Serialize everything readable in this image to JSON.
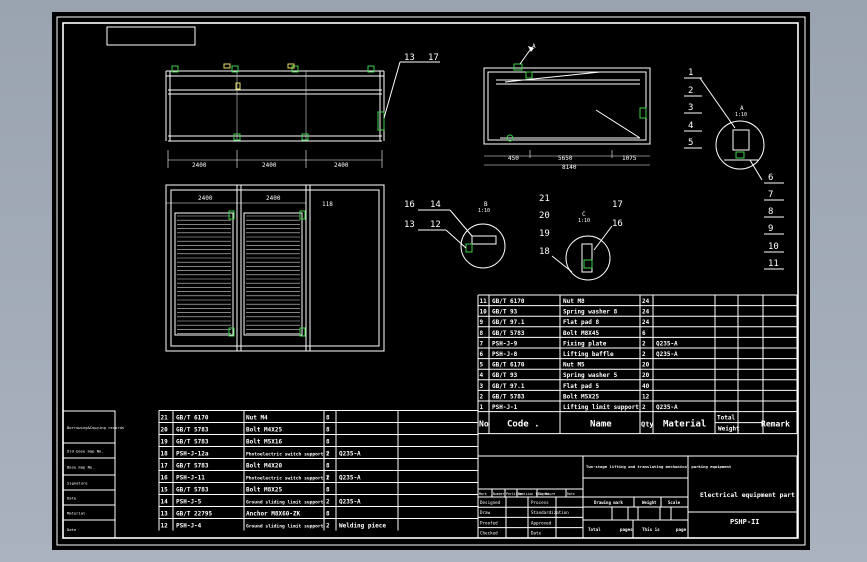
{
  "main_view": {
    "dims": [
      "2400",
      "2400",
      "2400"
    ]
  },
  "plan_view": {
    "dims": [
      "2400",
      "2400"
    ],
    "side_dim": "118"
  },
  "side_view": {
    "dims": [
      "450",
      "5650",
      "1075"
    ],
    "total": "8140"
  },
  "callouts_top": [
    "13",
    "17"
  ],
  "callouts_right": [
    "1",
    "2",
    "3",
    "4",
    "5",
    "6",
    "7",
    "8",
    "9",
    "10",
    "11"
  ],
  "view_labels": {
    "a": "A",
    "a_scale": "1:10",
    "b": "B",
    "b_scale": "1:10",
    "c": "C",
    "c_scale": "1:10"
  },
  "detail_callouts_b": [
    "16",
    "14",
    "13",
    "12"
  ],
  "detail_callouts_c": [
    "21",
    "20",
    "19",
    "18",
    "17",
    "16"
  ],
  "bom_right": {
    "rows": [
      {
        "no": "11",
        "code": "GB/T 6170",
        "name": "Nut M8",
        "qty": "24",
        "mat": ""
      },
      {
        "no": "10",
        "code": "GB/T 93",
        "name": "Spring washer 8",
        "qty": "24",
        "mat": ""
      },
      {
        "no": "9",
        "code": "GB/T 97.1",
        "name": "Flat pad 8",
        "qty": "24",
        "mat": ""
      },
      {
        "no": "8",
        "code": "GB/T 5783",
        "name": "Bolt M8X45",
        "qty": "6",
        "mat": ""
      },
      {
        "no": "7",
        "code": "PSH-J-9",
        "name": "Fixing plate",
        "qty": "2",
        "mat": "Q235-A"
      },
      {
        "no": "6",
        "code": "PSH-J-8",
        "name": "Lifting baffle",
        "qty": "2",
        "mat": "Q235-A"
      },
      {
        "no": "5",
        "code": "GB/T 6170",
        "name": "Nut M5",
        "qty": "20",
        "mat": ""
      },
      {
        "no": "4",
        "code": "GB/T 93",
        "name": "Spring washer 5",
        "qty": "20",
        "mat": ""
      },
      {
        "no": "3",
        "code": "GB/T 97.1",
        "name": "Flat pad 5",
        "qty": "40",
        "mat": ""
      },
      {
        "no": "2",
        "code": "GB/T 5783",
        "name": "Bolt M5X25",
        "qty": "12",
        "mat": ""
      },
      {
        "no": "1",
        "code": "PSH-J-1",
        "name": "Lifting limit support",
        "qty": "2",
        "mat": "Q235-A"
      }
    ],
    "header": {
      "no": "No",
      "code": "Code .",
      "name": "Name",
      "qty": "Qty",
      "mat": "Material",
      "total": "Total",
      "weight": "Weight",
      "remark": "Remark"
    }
  },
  "bom_left": {
    "rows": [
      {
        "no": "21",
        "code": "GB/T 6170",
        "name": "Nut M4",
        "qty": "8",
        "mat": ""
      },
      {
        "no": "20",
        "code": "GB/T 5783",
        "name": "Bolt M4X25",
        "qty": "8",
        "mat": ""
      },
      {
        "no": "19",
        "code": "GB/T 5783",
        "name": "Bolt M5X16",
        "qty": "8",
        "mat": ""
      },
      {
        "no": "18",
        "code": "PSH-J-12a",
        "name": "Photoelectric switch support 2",
        "qty": "2",
        "mat": "Q235-A"
      },
      {
        "no": "17",
        "code": "GB/T 5783",
        "name": "Bolt M4X20",
        "qty": "8",
        "mat": ""
      },
      {
        "no": "16",
        "code": "PSH-J-11",
        "name": "Photoelectric switch support 1",
        "qty": "2",
        "mat": "Q235-A"
      },
      {
        "no": "15",
        "code": "GB/T 5783",
        "name": "Bolt M8X25",
        "qty": "8",
        "mat": ""
      },
      {
        "no": "14",
        "code": "PSH-J-5",
        "name": "Ground sliding limit support",
        "qty": "2",
        "mat": "Q235-A"
      },
      {
        "no": "13",
        "code": "GB/T 22795",
        "name": "Anchor M8X60-ZK",
        "qty": "8",
        "mat": ""
      },
      {
        "no": "12",
        "code": "PSH-J-4",
        "name": "Ground sliding limit support",
        "qty": "2",
        "mat": "Welding piece"
      }
    ]
  },
  "left_strip": [
    "Borrowing&Copying records",
    "Old base map No.",
    "Base map No.",
    "Signature",
    "Date",
    "Material",
    "Date"
  ],
  "title_block": {
    "title": "Two-stage lifting and translating mechanical parking equipment",
    "part": "Electrical equipment part",
    "drawing_no": "PSHP-II",
    "mark_row": [
      "Mark",
      "Number",
      "Partition",
      "Revision file No.",
      "Signature",
      "Date"
    ],
    "sign_rows": [
      [
        "Designed",
        "",
        "Process",
        ""
      ],
      [
        "Draw",
        "",
        "Standardization",
        ""
      ],
      [
        "Proofed",
        "",
        "Approved",
        ""
      ],
      [
        "Checked",
        "",
        "Date",
        ""
      ]
    ],
    "drawing_mark": "Drawing mark",
    "weight": "Weight",
    "scale": "Scale",
    "total": "Total",
    "pages": "pages",
    "this_is": "This is",
    "page": "page"
  }
}
